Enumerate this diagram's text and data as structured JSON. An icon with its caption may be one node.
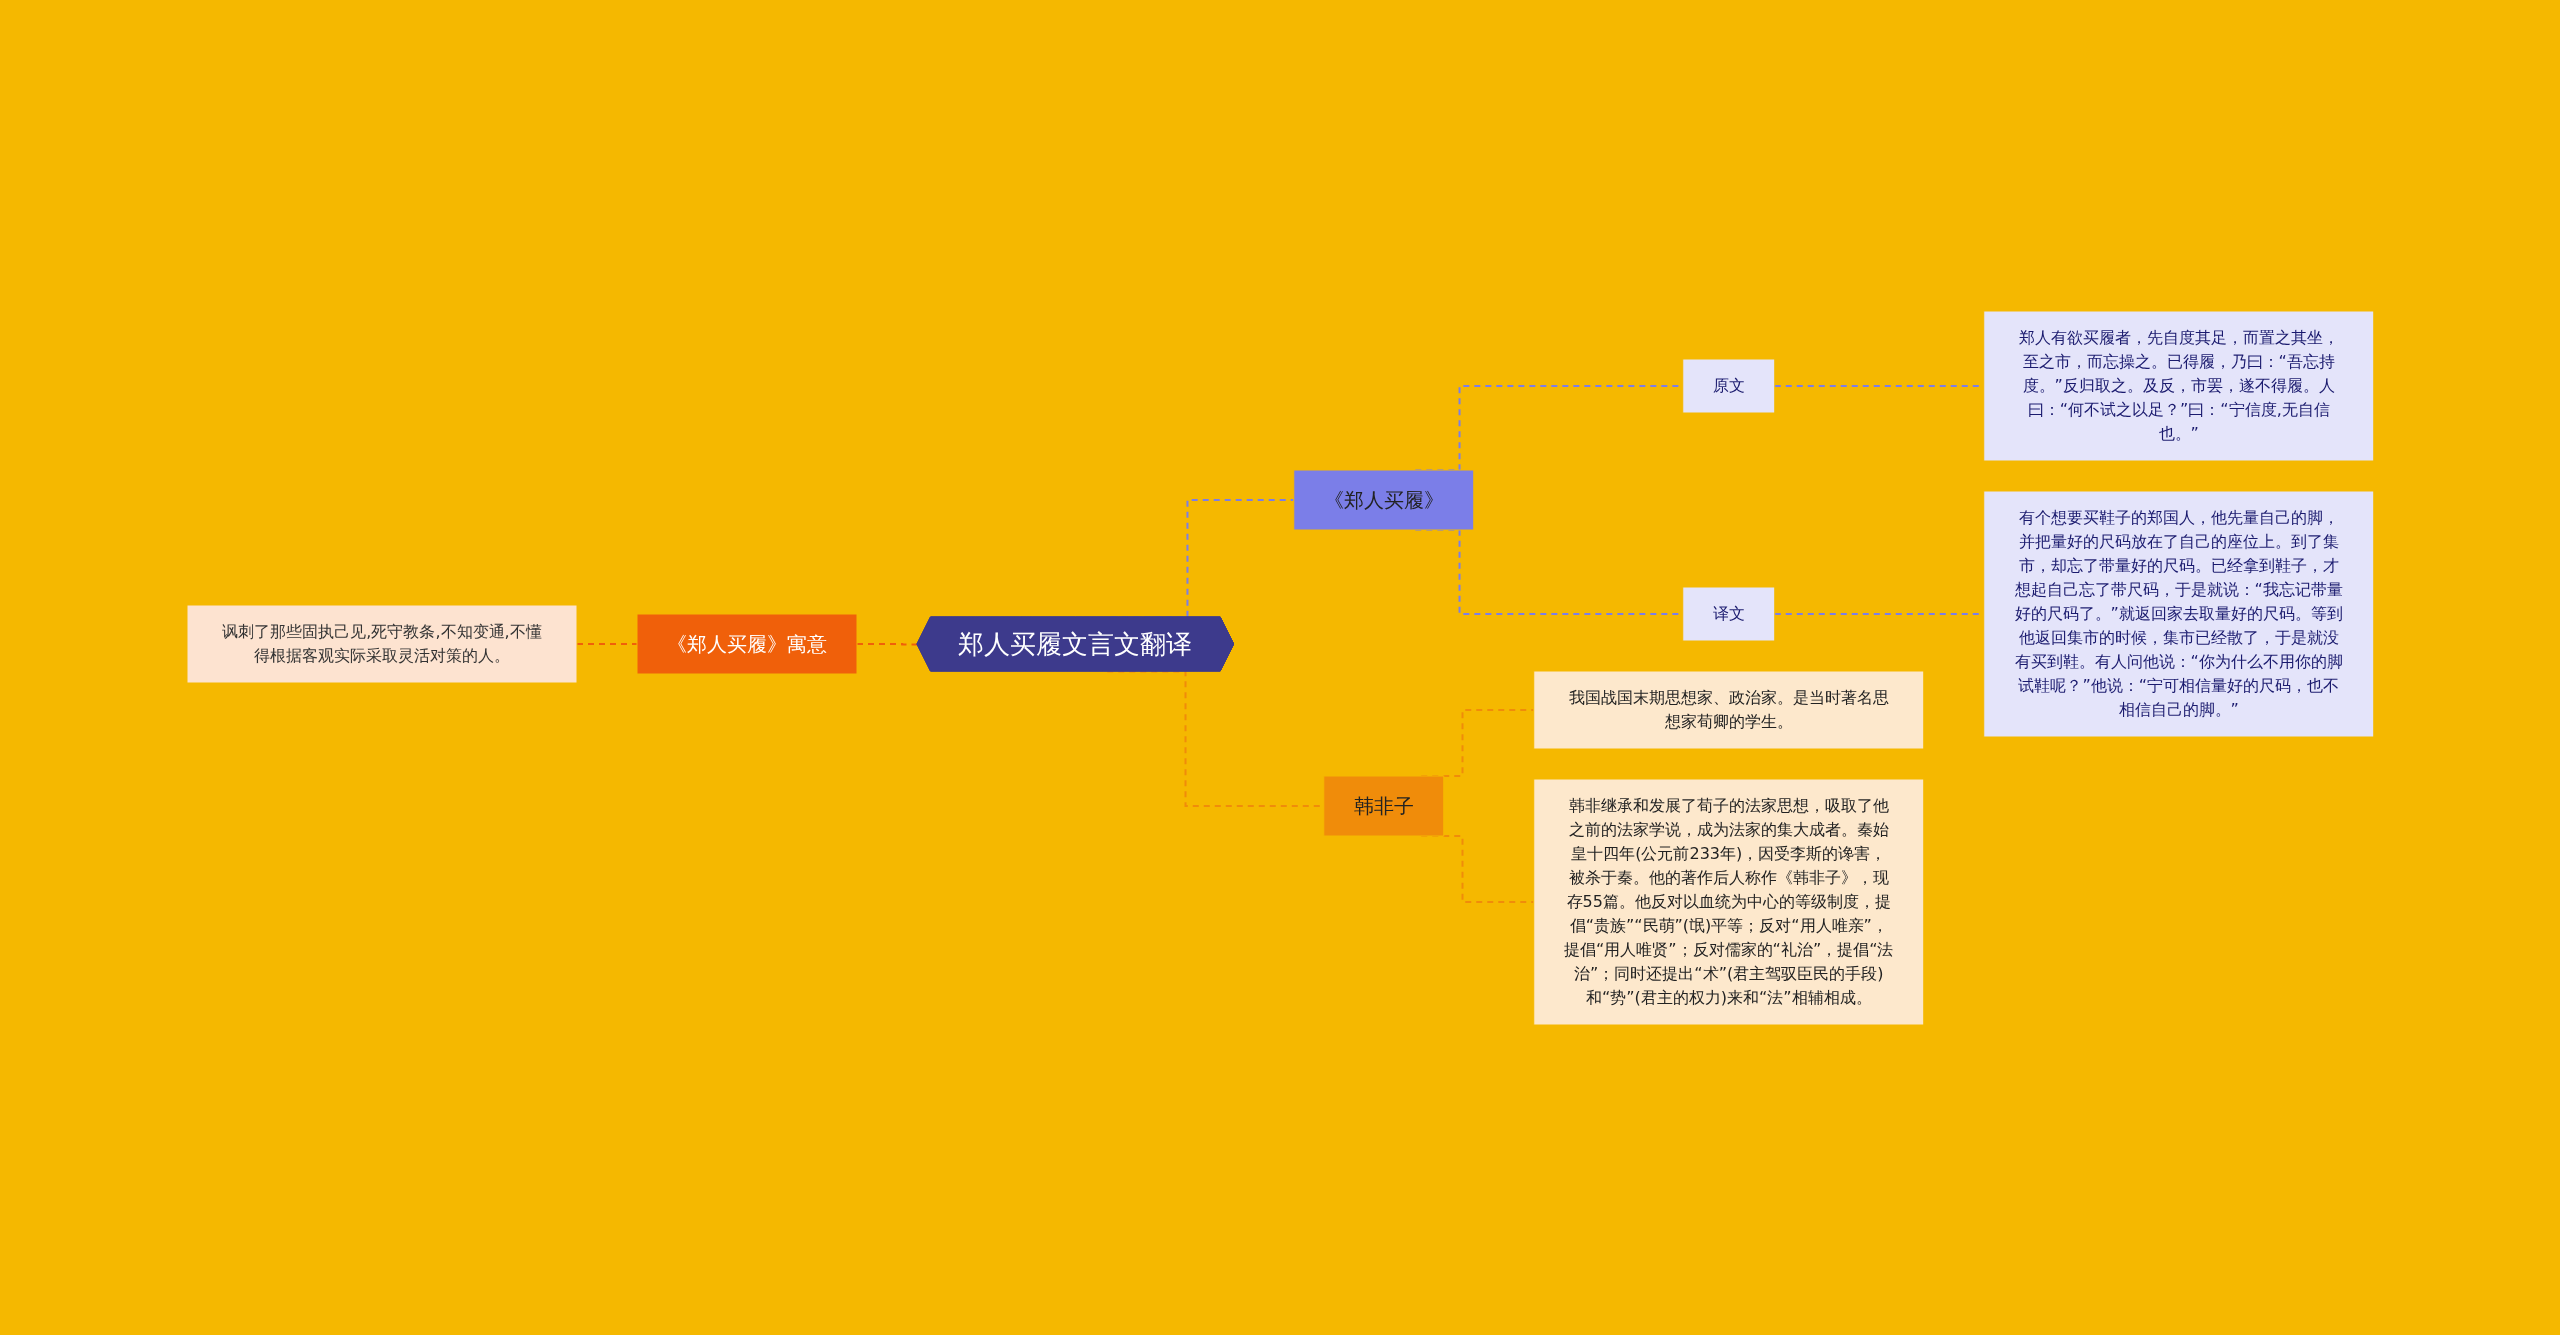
{
  "diagram": {
    "nodes": [
      {
        "text": [
          "郑人买履文言文翻译"
        ]
      },
      {
        "text": [
          "《郑人买履》寓意"
        ]
      },
      {
        "text": [
          "讽刺了那些固执己见,死守教条,不知变通,不懂得根据客观实际采取灵活对策的人。"
        ]
      },
      {
        "text": [
          "《郑人买履》"
        ]
      },
      {
        "text": [
          "原文"
        ]
      },
      {
        "text": [
          "郑人有欲买履者，先自度其足，而置之其坐，至之市，而忘操之。已得履，乃曰：“吾忘持度。”反归取之。及反，市罢，遂不得履。人曰：“何不试之以足？”曰：“宁信度,无自信也。”"
        ]
      },
      {
        "text": [
          "译文"
        ]
      },
      {
        "text": [
          "有个想要买鞋子的郑国人，他先量自己的脚，并把量好的尺码放在了自己的座位上。到了集市，却忘了带量好的尺码。已经拿到鞋子，才想起自己忘了带尺码，于是就说：“我忘记带量好的尺码了。”就返回家去取量好的尺码。等到他返回集市的时候，集市已经散了，于是就没有买到鞋。有人问他说：“你为什么不用你的脚试鞋呢？”他说：“宁可相信量好的尺码，也不相信自己的脚。”"
        ]
      },
      {
        "text": [
          "韩非子"
        ]
      },
      {
        "text": [
          "我国战国末期思想家、政治家。是当时著名思想家荀卿的学生。"
        ]
      },
      {
        "text": [
          "韩非继承和发展了荀子的法家思想，吸取了他之前的法家学说，成为法家的集大成者。秦始皇十四年(公元前233年)，因受李斯的谗害，被杀于秦。他的著作后人称作《韩非子》，现存55篇。他反对以血统为中心的等级制度，提倡“贵族”“民萌”(氓)平等；反对“用人唯亲”，提倡“用人唯贤”；反对儒家的“礼治”，提倡“法治”；同时还提出“术”(君主驾驭臣民的手段)和“势”(君主的权力)来和“法”相辅相成。"
        ]
      }
    ],
    "edges": [
      {
        "from": 0,
        "to": 1,
        "arrow": "none",
        "style": "dashed",
        "color": "#f0600a"
      },
      {
        "from": 1,
        "to": 2,
        "arrow": "none",
        "style": "dashed",
        "color": "#f0600a"
      },
      {
        "from": 0,
        "to": 3,
        "arrow": "none",
        "style": "dashed"
      },
      {
        "from": 3,
        "to": 4,
        "arrow": "none",
        "style": "dashed"
      },
      {
        "from": 4,
        "to": 5,
        "arrow": "none",
        "style": "dashed"
      },
      {
        "from": 3,
        "to": 6,
        "arrow": "none",
        "style": "dashed"
      },
      {
        "from": 6,
        "to": 7,
        "arrow": "none",
        "style": "dashed"
      },
      {
        "from": 0,
        "to": 8,
        "arrow": "none",
        "style": "dashed",
        "color": "#f08c0a"
      },
      {
        "from": 8,
        "to": 9,
        "arrow": "none",
        "style": "dashed",
        "color": "#f08c0a"
      },
      {
        "from": 8,
        "to": 10,
        "arrow": "none",
        "style": "dashed",
        "color": "#f08c0a"
      }
    ]
  }
}
